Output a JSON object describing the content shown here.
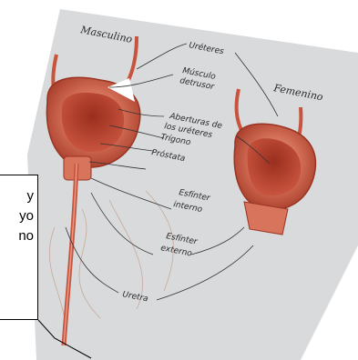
{
  "figure": {
    "headings": {
      "male": "Masculino",
      "female": "Femenino"
    },
    "labels": {
      "ureters": "Uréteres",
      "detrusor_1": "Músculo",
      "detrusor_2": "detrusor",
      "openings_1": "Aberturas de",
      "openings_2": "los uréteres",
      "trigone": "Trígono",
      "prostate": "Próstata",
      "internal_1": "Esfínter",
      "internal_2": "interno",
      "external_1": "Esfínter",
      "external_2": "externo",
      "urethra": "Uretra"
    }
  },
  "callout": {
    "line1": "y",
    "line2": "yo",
    "line3": "no"
  },
  "colors": {
    "bladder": "#c8543e",
    "bladder_light": "#e49a86",
    "backdrop": "#d6d9db",
    "line": "#333333"
  }
}
